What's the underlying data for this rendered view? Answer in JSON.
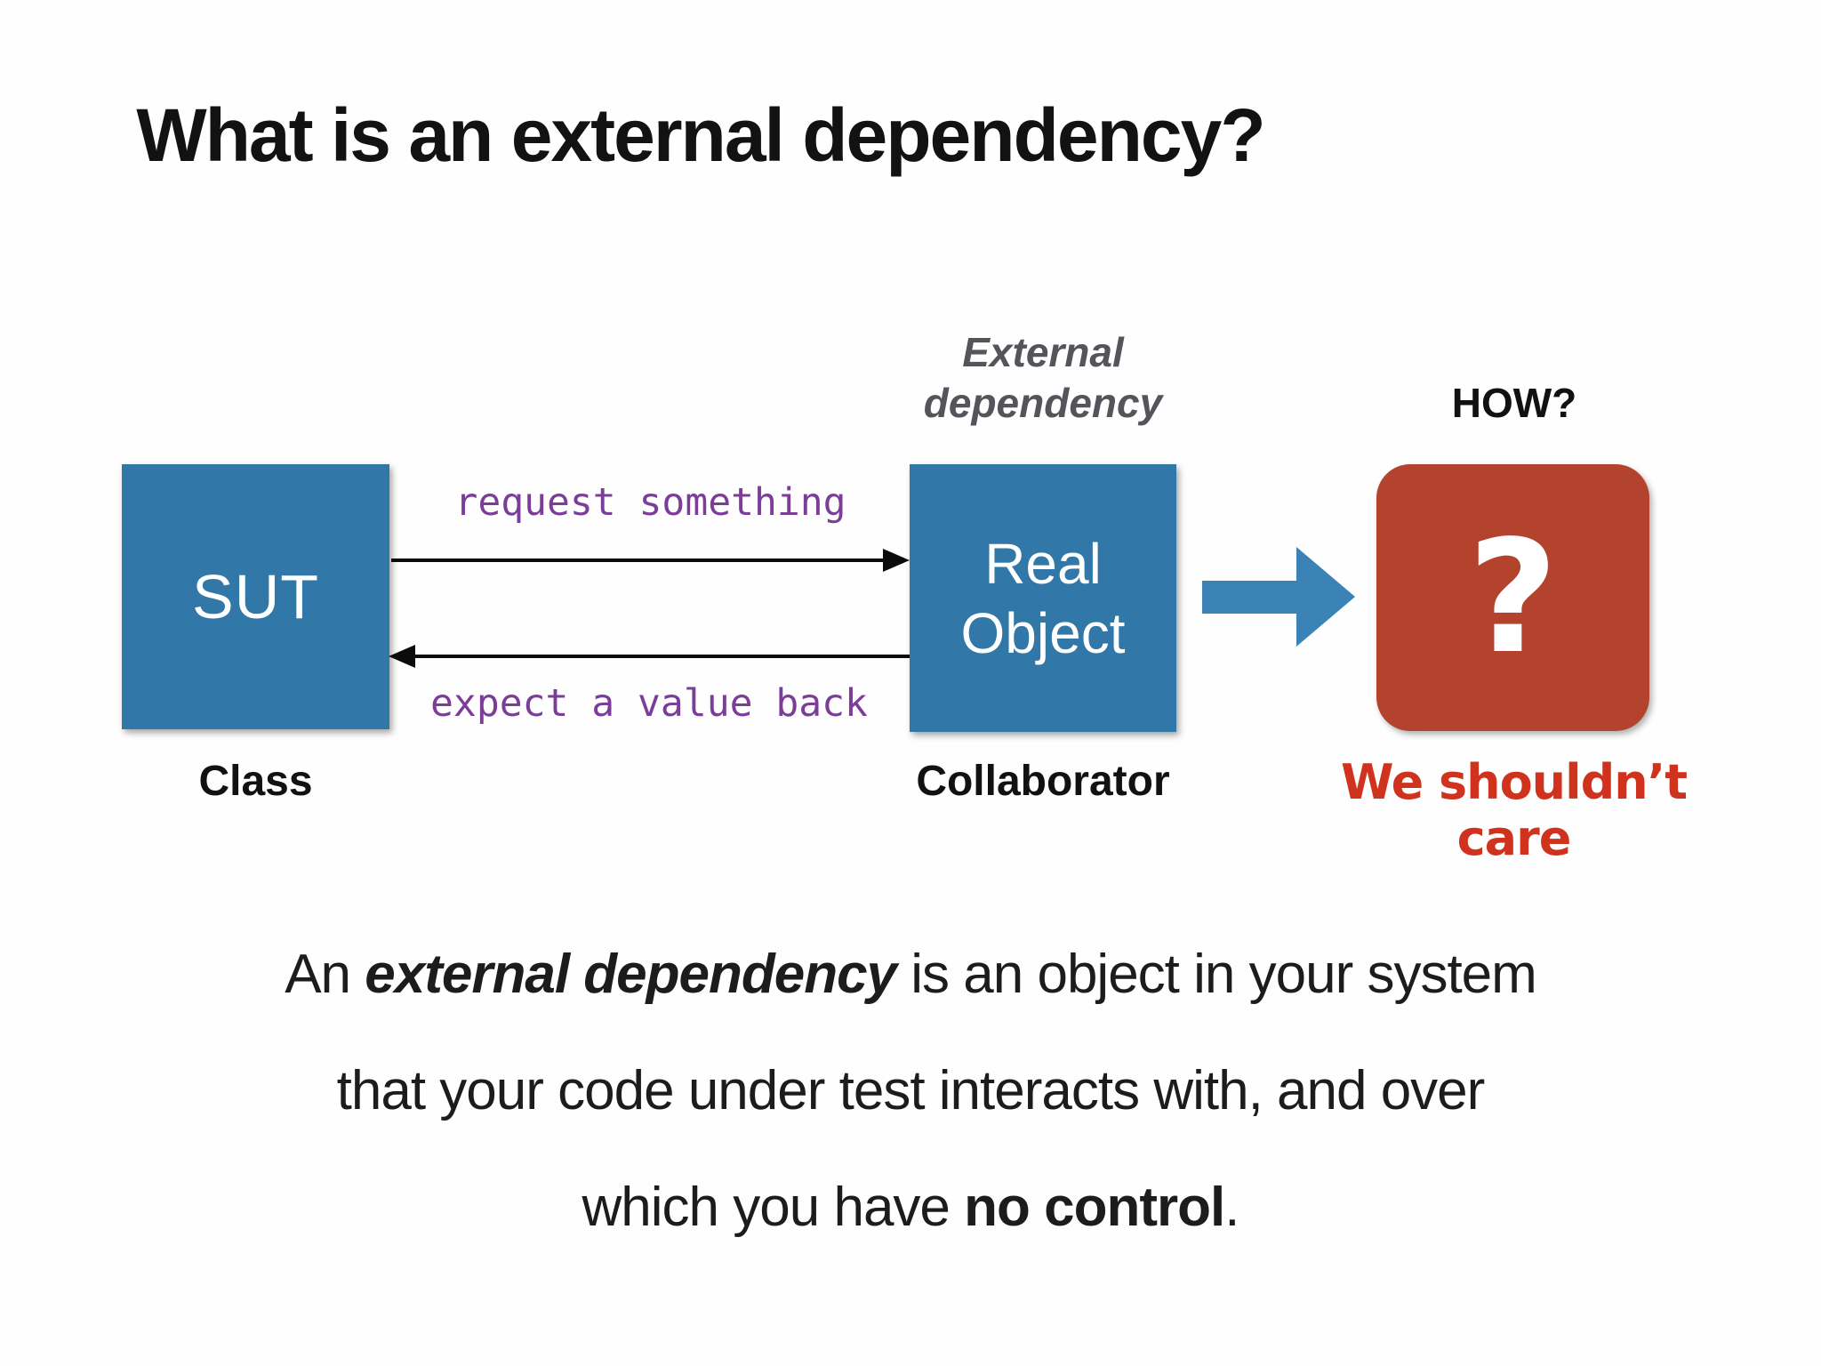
{
  "slide": {
    "title": "What is an external dependency?"
  },
  "diagram": {
    "sut": {
      "label": "SUT",
      "caption": "Class"
    },
    "collaborator": {
      "tag_line1": "External",
      "tag_line2": "dependency",
      "label_line1": "Real",
      "label_line2": "Object",
      "caption": "Collaborator"
    },
    "interaction": {
      "request_label": "request something",
      "response_label": "expect a value back"
    },
    "how": {
      "heading": "HOW?",
      "question_mark": "?",
      "caption": "We shouldn’t care"
    }
  },
  "paragraph": {
    "line1_pre": "An ",
    "line1_bold": "external dependency",
    "line1_post": " is an object in your system",
    "line2": "that your code under test interacts with, and over",
    "line3_pre": "which you have ",
    "line3_bold": "no control",
    "line3_post": "."
  },
  "colors": {
    "box_blue": "#3177a8",
    "flow_arrow_blue": "#3b82b6",
    "question_box_red": "#b4432e",
    "care_text_red": "#cf331d",
    "annotation_purple": "#7c3d99",
    "tag_gray": "#54555a"
  }
}
